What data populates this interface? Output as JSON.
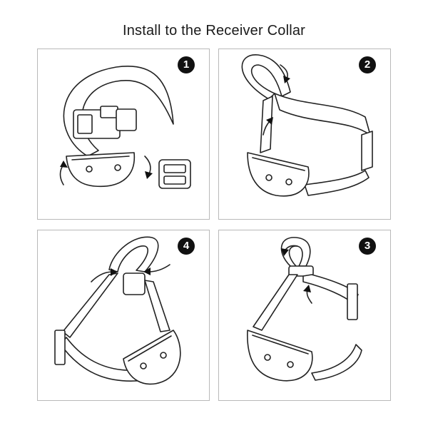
{
  "title": "Install to the Receiver Collar",
  "steps": [
    {
      "number": "1"
    },
    {
      "number": "2"
    },
    {
      "number": "4"
    },
    {
      "number": "3"
    }
  ],
  "colors": {
    "line": "#222222",
    "badge": "#111111",
    "border": "#b9b9b9"
  }
}
